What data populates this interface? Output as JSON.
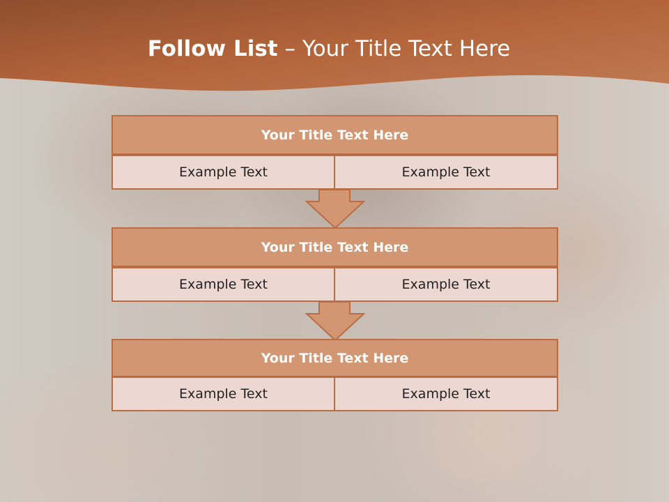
{
  "slide": {
    "title_bold": "Follow List",
    "title_rest": " – Your Title Text Here"
  },
  "colors": {
    "header_band": "#b3643a",
    "block_header": "#d29672",
    "block_cell": "#ecd8d0",
    "border": "#b96d45"
  },
  "steps": [
    {
      "title": "Your Title Text Here",
      "left": "Example Text",
      "right": "Example Text"
    },
    {
      "title": "Your Title Text Here",
      "left": "Example Text",
      "right": "Example Text"
    },
    {
      "title": "Your Title Text Here",
      "left": "Example Text",
      "right": "Example Text"
    }
  ],
  "connectors": [
    {
      "icon": "down-arrow-icon"
    },
    {
      "icon": "down-arrow-icon"
    }
  ]
}
